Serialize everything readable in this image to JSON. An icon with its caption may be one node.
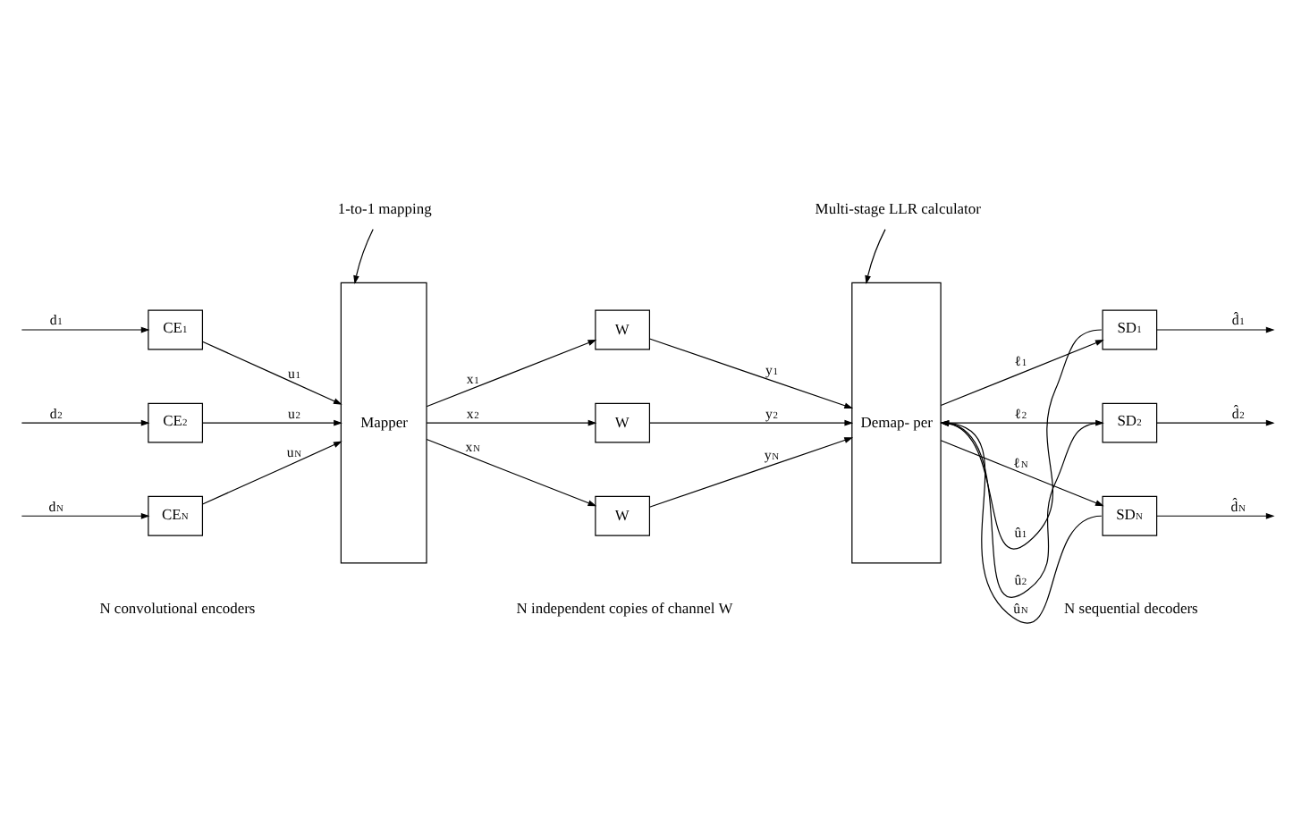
{
  "diagram": {
    "nodes": [
      {
        "text": [
          "1-to-1 mapping"
        ]
      },
      {
        "text": [
          "Multi-stage LLR calculator"
        ]
      },
      {
        "text": [
          "CE$_{1}$"
        ]
      },
      {
        "text": [
          "CE$_{2}$"
        ]
      },
      {
        "text": [
          "CE$_{N}$"
        ]
      },
      {
        "text": [
          "Mapper"
        ]
      },
      {
        "text": [
          "W"
        ]
      },
      {
        "text": [
          "W"
        ]
      },
      {
        "text": [
          "W"
        ]
      },
      {
        "text": [
          "Demap- per"
        ]
      },
      {
        "text": [
          "SD$_{1}$"
        ]
      },
      {
        "text": [
          "SD$_{2}$"
        ]
      },
      {
        "text": [
          "SD$_{N}$"
        ]
      }
    ],
    "edges": [
      {
        "from": 0,
        "to": 5,
        "arrow": "to"
      },
      {
        "from": 1,
        "to": 9,
        "arrow": "to"
      },
      {
        "from": null,
        "to": 2,
        "arrow": "to",
        "label": "d$_{1}$"
      },
      {
        "from": null,
        "to": 3,
        "arrow": "to",
        "label": "d$_{2}$"
      },
      {
        "from": null,
        "to": 4,
        "arrow": "to",
        "label": "d$_{N}$"
      },
      {
        "from": 2,
        "to": 5,
        "arrow": "to",
        "label": "u$_{1}$"
      },
      {
        "from": 3,
        "to": 5,
        "arrow": "to",
        "label": "u$_{2}$"
      },
      {
        "from": 4,
        "to": 5,
        "arrow": "to",
        "label": "u$_{N}$"
      },
      {
        "from": 5,
        "to": 6,
        "arrow": "to",
        "label": "x$_{1}$"
      },
      {
        "from": 5,
        "to": 7,
        "arrow": "to",
        "label": "x$_{2}$"
      },
      {
        "from": 5,
        "to": 8,
        "arrow": "to",
        "label": "x$_{N}$"
      },
      {
        "from": 6,
        "to": 9,
        "arrow": "to",
        "label": "y$_{1}$"
      },
      {
        "from": 7,
        "to": 9,
        "arrow": "to",
        "label": "y$_{2}$"
      },
      {
        "from": 8,
        "to": 9,
        "arrow": "to",
        "label": "y$_{N}$"
      },
      {
        "from": 9,
        "to": 10,
        "arrow": "to",
        "label": "ℓ$_{1}$"
      },
      {
        "from": 10,
        "to": 9,
        "arrow": "to",
        "label": "û$_{1}$"
      },
      {
        "from": 9,
        "to": 11,
        "arrow": "to",
        "label": "ℓ$_{2}$"
      },
      {
        "from": 11,
        "to": 9,
        "arrow": "to",
        "label": "û$_{2}$"
      },
      {
        "from": 9,
        "to": 12,
        "arrow": "to",
        "label": "ℓ$_{N}$"
      },
      {
        "from": 12,
        "to": 9,
        "arrow": "to",
        "label": "û$_{N}$"
      },
      {
        "from": 10,
        "to": null,
        "arrow": "to",
        "label": "d̂$_{1}$"
      },
      {
        "from": 11,
        "to": null,
        "arrow": "to",
        "label": "d̂$_{2}$"
      },
      {
        "from": 12,
        "to": null,
        "arrow": "to",
        "label": "d̂$_{N}$"
      }
    ],
    "labels": [
      "N convolutional encoders",
      "N independent copies of channel W",
      "N sequential decoders"
    ]
  }
}
